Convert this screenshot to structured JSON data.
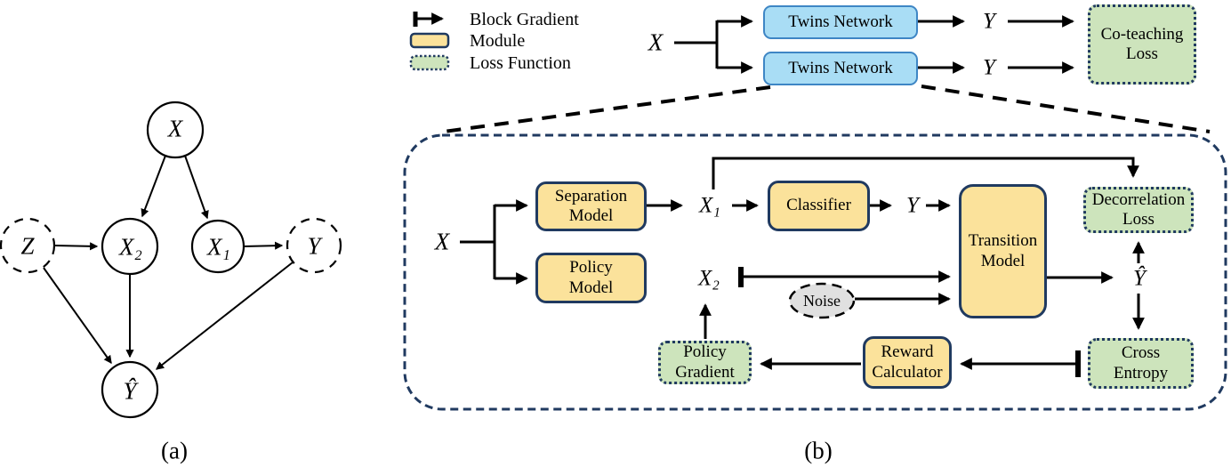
{
  "figure": {
    "caption_a": "(a)",
    "caption_b": "(b)"
  },
  "legend": {
    "block_gradient": "Block Gradient",
    "module": "Module",
    "loss_function": "Loss Function"
  },
  "colors": {
    "module_fill": "#FBE29B",
    "module_border": "#203A60",
    "loss_fill": "#CDE4BC",
    "loss_border": "#203A60",
    "network_fill": "#A9DDF5",
    "network_border": "#3E86C5",
    "noise_fill": "#E0E0E0",
    "container_border": "#203A60",
    "line_color": "#000000"
  },
  "top_flow": {
    "x": "X",
    "twins_top": "Twins Network",
    "twins_bottom": "Twins Network",
    "y_top": "Y",
    "y_bottom": "Y",
    "co_teaching": "Co-teaching\nLoss",
    "edges": [
      "X→Twins Network (top)",
      "X→Twins Network (bottom)",
      "Twins Network (top)→Y",
      "Twins Network (bottom)→Y",
      "Y→Co-teaching Loss",
      "Y→Co-teaching Loss"
    ]
  },
  "panel_a": {
    "nodes": {
      "x": {
        "label": "X",
        "outline": "solid"
      },
      "z": {
        "label": "Z",
        "outline": "dashed"
      },
      "x2": {
        "label": "X₂",
        "outline": "solid"
      },
      "x1": {
        "label": "X₁",
        "outline": "solid"
      },
      "y": {
        "label": "Y",
        "outline": "dashed"
      },
      "yhat": {
        "label": "Ŷ",
        "outline": "solid"
      }
    },
    "edges": [
      "X→X₂",
      "X→X₁",
      "Z→X₂",
      "X₁→Y",
      "Z→Ŷ",
      "X₂→Ŷ",
      "Y→Ŷ"
    ]
  },
  "panel_b": {
    "x": "X",
    "x1": "X₁",
    "x2": "X₂",
    "y": "Y",
    "yhat": "Ŷ",
    "separation": "Separation\nModel",
    "policy_model": "Policy\nModel",
    "classifier": "Classifier",
    "transition": "Transition\nModel",
    "reward": "Reward\nCalculator",
    "decorrelation": "Decorrelation\nLoss",
    "cross_entropy": "Cross\nEntropy",
    "policy_gradient": "Policy\nGradient",
    "noise": "Noise",
    "flows": [
      "X→Separation Model",
      "X→Policy Model",
      "Separation Model→X₁",
      "X₁→Classifier",
      "X₁→Decorrelation Loss",
      "Classifier→Y",
      "Y→Transition Model",
      "X₂⊣Transition Model",
      "Noise→Transition Model",
      "Transition Model→Ŷ",
      "Ŷ→Decorrelation Loss",
      "Ŷ→Cross Entropy",
      "Cross Entropy⊣Reward Calculator",
      "Reward Calculator→Policy Gradient",
      "Policy Gradient→X₂"
    ]
  }
}
